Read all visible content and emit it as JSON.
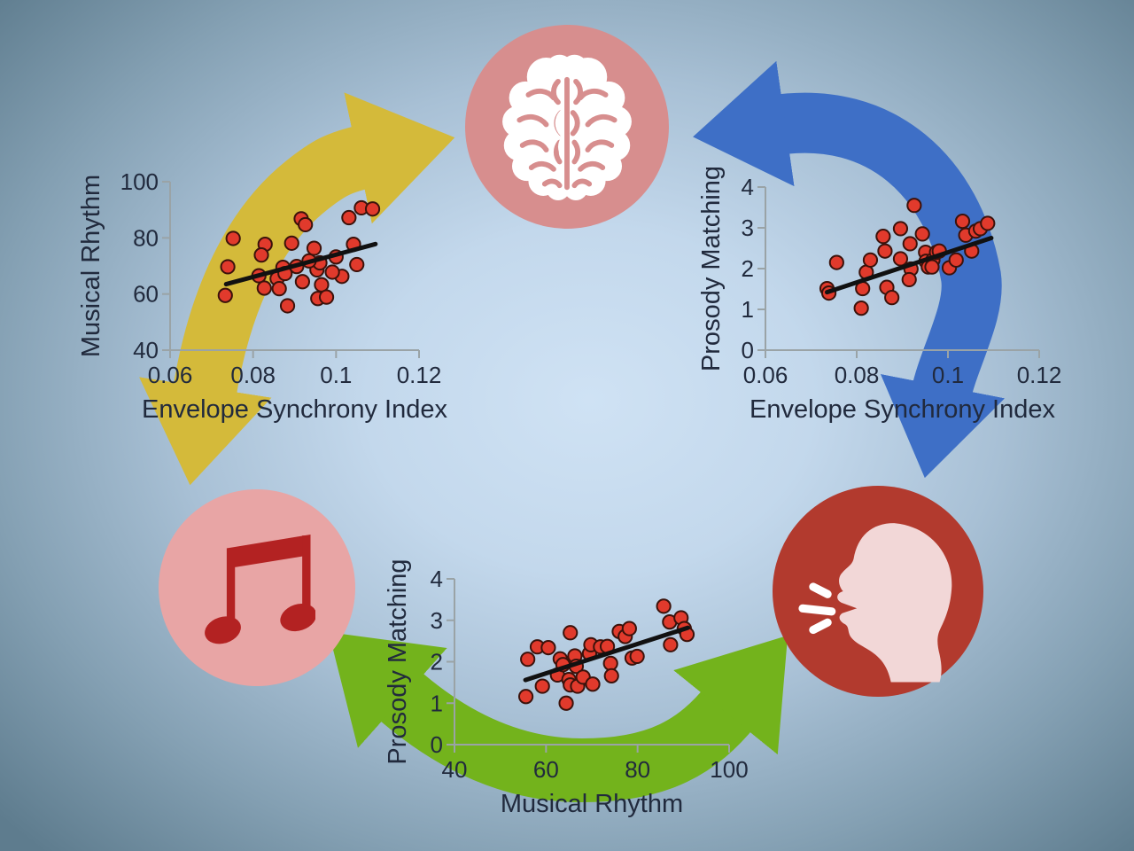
{
  "figure": {
    "background": {
      "center_color": "#cfe2f4",
      "edge_color": "#5e7c8e"
    },
    "nodes": {
      "brain": {
        "icon": "brain-icon",
        "circle_color": "#d78e8e",
        "glyph_color": "#ffffff"
      },
      "music": {
        "icon": "music-note-icon",
        "circle_color": "#e8a5a5",
        "glyph_color": "#b32222"
      },
      "speech": {
        "icon": "speaking-head-icon",
        "circle_color": "#b23a2e",
        "glyph_color": "#f2d7d7",
        "accent_color": "#ffffff"
      }
    },
    "arrows": {
      "music_brain": {
        "color": "#d4ba3a",
        "between": [
          "music",
          "brain"
        ],
        "bidirectional": true
      },
      "brain_speech": {
        "color": "#3e6fc6",
        "between": [
          "brain",
          "speech"
        ],
        "bidirectional": true
      },
      "music_speech": {
        "color": "#73b31c",
        "between": [
          "music",
          "speech"
        ],
        "bidirectional": true
      }
    }
  },
  "plot_style": {
    "point_color": "#e13a2c",
    "point_outline": "#3b120b",
    "trendline_color": "#111111",
    "axis_color": "#9aa3a6",
    "label_color": "#212a3d"
  },
  "chart_data": [
    {
      "id": "synchrony-vs-musical-rhythm",
      "type": "scatter",
      "xlabel": "Envelope Synchrony Index",
      "ylabel": "Musical Rhythm",
      "xlim": [
        0.06,
        0.12
      ],
      "ylim": [
        40,
        100
      ],
      "xticks": [
        0.06,
        0.08,
        0.1,
        0.12
      ],
      "xtick_labels": [
        "0.06",
        "0.08",
        "0.1",
        "0.12"
      ],
      "yticks": [
        40,
        60,
        80,
        100
      ],
      "ytick_labels": [
        "40",
        "60",
        "80",
        "100"
      ],
      "grid": false,
      "points": [
        [
          0.0752,
          79.8
        ],
        [
          0.0739,
          69.7
        ],
        [
          0.0733,
          59.5
        ],
        [
          0.0829,
          77.7
        ],
        [
          0.082,
          73.9
        ],
        [
          0.0814,
          66.5
        ],
        [
          0.0827,
          62.1
        ],
        [
          0.0858,
          65.5
        ],
        [
          0.0863,
          61.9
        ],
        [
          0.0872,
          69.5
        ],
        [
          0.0883,
          55.8
        ],
        [
          0.0893,
          78.1
        ],
        [
          0.0916,
          86.8
        ],
        [
          0.0926,
          84.7
        ],
        [
          0.0919,
          64.4
        ],
        [
          0.0947,
          76.3
        ],
        [
          0.0954,
          68.6
        ],
        [
          0.0961,
          71.1
        ],
        [
          0.0965,
          63.3
        ],
        [
          0.0956,
          58.4
        ],
        [
          0.0977,
          58.9
        ],
        [
          0.1,
          73.2
        ],
        [
          0.1031,
          87.2
        ],
        [
          0.1042,
          77.7
        ],
        [
          0.105,
          70.5
        ],
        [
          0.1014,
          66.3
        ],
        [
          0.1061,
          90.7
        ],
        [
          0.1088,
          90.3
        ],
        [
          0.0877,
          67.3
        ],
        [
          0.0905,
          69.8
        ],
        [
          0.0935,
          71.8
        ],
        [
          0.0991,
          67.8
        ]
      ],
      "trend": [
        [
          0.0735,
          63.5
        ],
        [
          0.1095,
          77.8
        ]
      ]
    },
    {
      "id": "synchrony-vs-prosody-matching",
      "type": "scatter",
      "xlabel": "Envelope Synchrony Index",
      "ylabel": "Prosody Matching",
      "xlim": [
        0.06,
        0.12
      ],
      "ylim": [
        0,
        4
      ],
      "xticks": [
        0.06,
        0.08,
        0.1,
        0.12
      ],
      "xtick_labels": [
        "0.06",
        "0.08",
        "0.1",
        "0.12"
      ],
      "yticks": [
        0,
        1,
        2,
        3,
        4
      ],
      "ytick_labels": [
        "0",
        "1",
        "2",
        "3",
        "4"
      ],
      "grid": false,
      "points": [
        [
          0.0756,
          2.15
        ],
        [
          0.0735,
          1.51
        ],
        [
          0.0739,
          1.4
        ],
        [
          0.0813,
          1.51
        ],
        [
          0.0821,
          1.91
        ],
        [
          0.083,
          2.21
        ],
        [
          0.081,
          1.03
        ],
        [
          0.0858,
          2.79
        ],
        [
          0.0862,
          2.43
        ],
        [
          0.0866,
          1.54
        ],
        [
          0.0877,
          1.29
        ],
        [
          0.0896,
          2.98
        ],
        [
          0.0896,
          2.24
        ],
        [
          0.0917,
          2.61
        ],
        [
          0.0919,
          1.99
        ],
        [
          0.0915,
          1.73
        ],
        [
          0.0926,
          3.55
        ],
        [
          0.0944,
          2.85
        ],
        [
          0.0951,
          2.4
        ],
        [
          0.0952,
          2.18
        ],
        [
          0.0957,
          2.04
        ],
        [
          0.0967,
          2.21
        ],
        [
          0.0965,
          2.04
        ],
        [
          0.0975,
          2.4
        ],
        [
          0.0981,
          2.43
        ],
        [
          0.1003,
          2.02
        ],
        [
          0.1018,
          2.21
        ],
        [
          0.1032,
          3.16
        ],
        [
          0.1039,
          2.82
        ],
        [
          0.1052,
          2.43
        ],
        [
          0.1061,
          2.92
        ],
        [
          0.1071,
          2.98
        ],
        [
          0.1087,
          3.11
        ]
      ],
      "trend": [
        [
          0.0735,
          1.42
        ],
        [
          0.1095,
          2.75
        ]
      ]
    },
    {
      "id": "musical-rhythm-vs-prosody-matching",
      "type": "scatter",
      "xlabel": "Musical Rhythm",
      "ylabel": "Prosody Matching",
      "xlim": [
        40,
        100
      ],
      "ylim": [
        0,
        4
      ],
      "xticks": [
        40,
        60,
        80,
        100
      ],
      "xtick_labels": [
        "40",
        "60",
        "80",
        "100"
      ],
      "yticks": [
        0,
        1,
        2,
        3,
        4
      ],
      "ytick_labels": [
        "0",
        "1",
        "2",
        "3",
        "4"
      ],
      "grid": false,
      "points": [
        [
          56,
          2.06
        ],
        [
          55.6,
          1.16
        ],
        [
          58.1,
          2.36
        ],
        [
          59.2,
          1.41
        ],
        [
          60.5,
          2.34
        ],
        [
          62.5,
          1.68
        ],
        [
          63.1,
          2.07
        ],
        [
          63.7,
          1.93
        ],
        [
          64.4,
          1.0
        ],
        [
          65.3,
          2.7
        ],
        [
          65,
          1.57
        ],
        [
          65.3,
          1.44
        ],
        [
          66.3,
          2.14
        ],
        [
          66.6,
          1.89
        ],
        [
          66.9,
          1.41
        ],
        [
          68.1,
          1.63
        ],
        [
          69.5,
          2.2
        ],
        [
          69.8,
          2.41
        ],
        [
          70.2,
          1.46
        ],
        [
          71.9,
          2.36
        ],
        [
          73.4,
          2.37
        ],
        [
          74.1,
          1.96
        ],
        [
          74.3,
          1.66
        ],
        [
          76,
          2.73
        ],
        [
          77.3,
          2.61
        ],
        [
          78.2,
          2.8
        ],
        [
          78.8,
          2.09
        ],
        [
          79.9,
          2.13
        ],
        [
          85.7,
          3.34
        ],
        [
          87,
          2.96
        ],
        [
          87.2,
          2.41
        ],
        [
          89.5,
          3.06
        ],
        [
          90.2,
          2.8
        ],
        [
          90.8,
          2.66
        ]
      ],
      "trend": [
        [
          55.5,
          1.56
        ],
        [
          91,
          2.82
        ]
      ]
    }
  ]
}
